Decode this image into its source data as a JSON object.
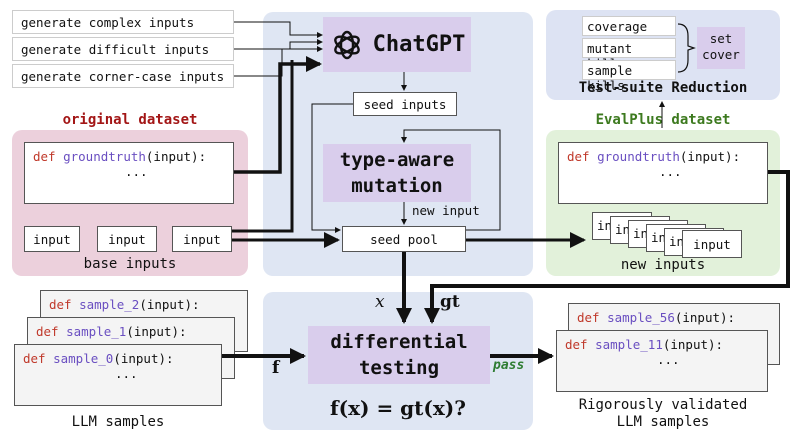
{
  "prompts": [
    "generate complex inputs",
    "generate difficult inputs",
    "generate corner-case inputs"
  ],
  "chatgpt": {
    "label": "ChatGPT",
    "icon": "openai-logo-icon"
  },
  "seed_inputs": "seed inputs",
  "mutation": {
    "line1": "type-aware",
    "line2": "mutation"
  },
  "new_input": "new input",
  "seed_pool": "seed pool",
  "original_dataset": {
    "title": "original dataset",
    "code_kw": "def",
    "code_fn": "groundtruth",
    "code_rest": "(input):",
    "code_body": "...",
    "inputs": [
      "input",
      "input",
      "input"
    ],
    "inputs_label": "base inputs"
  },
  "reduction": {
    "items": [
      "coverage",
      "mutant kills",
      "sample kills"
    ],
    "set_cover": "set cover",
    "title": "Test-suite Reduction"
  },
  "evalplus": {
    "title": "EvalPlus dataset",
    "code_kw": "def",
    "code_fn": "groundtruth",
    "code_rest": "(input):",
    "code_body": "...",
    "input_stack": [
      "inp",
      "inp",
      "inp",
      "inp",
      "inpu",
      "input"
    ],
    "inputs_label": "new inputs"
  },
  "llm_samples": {
    "samples": [
      {
        "kw": "def",
        "fn": "sample_2",
        "rest": "(input):"
      },
      {
        "kw": "def",
        "fn": "sample_1",
        "rest": "(input):"
      },
      {
        "kw": "def",
        "fn": "sample_0",
        "rest": "(input):"
      }
    ],
    "body": "...",
    "label": "LLM samples"
  },
  "differential": {
    "line1": "differential",
    "line2": "testing",
    "equation": "f(x) = gt(x)?",
    "x_label": "x",
    "gt_label": "gt",
    "f_label": "f",
    "pass_label": "pass"
  },
  "validated": {
    "samples": [
      {
        "kw": "def",
        "fn": "sample_56",
        "rest": "(input):"
      },
      {
        "kw": "def",
        "fn": "sample_11",
        "rest": "(input):"
      }
    ],
    "body": "...",
    "label_line1": "Rigorously validated",
    "label_line2": "LLM samples"
  },
  "colors": {
    "center_panel": "#dfe6f3",
    "original_panel": "#ecd0dc",
    "evalplus_panel": "#e2f1da",
    "reduction_panel": "#dde3f3",
    "purple_box": "#d9cdec",
    "keyword": "#c0392b",
    "function": "#6a4fc1",
    "original_title": "#a31616",
    "evalplus_title": "#3d7a1f",
    "pass": "#2e7d32"
  }
}
